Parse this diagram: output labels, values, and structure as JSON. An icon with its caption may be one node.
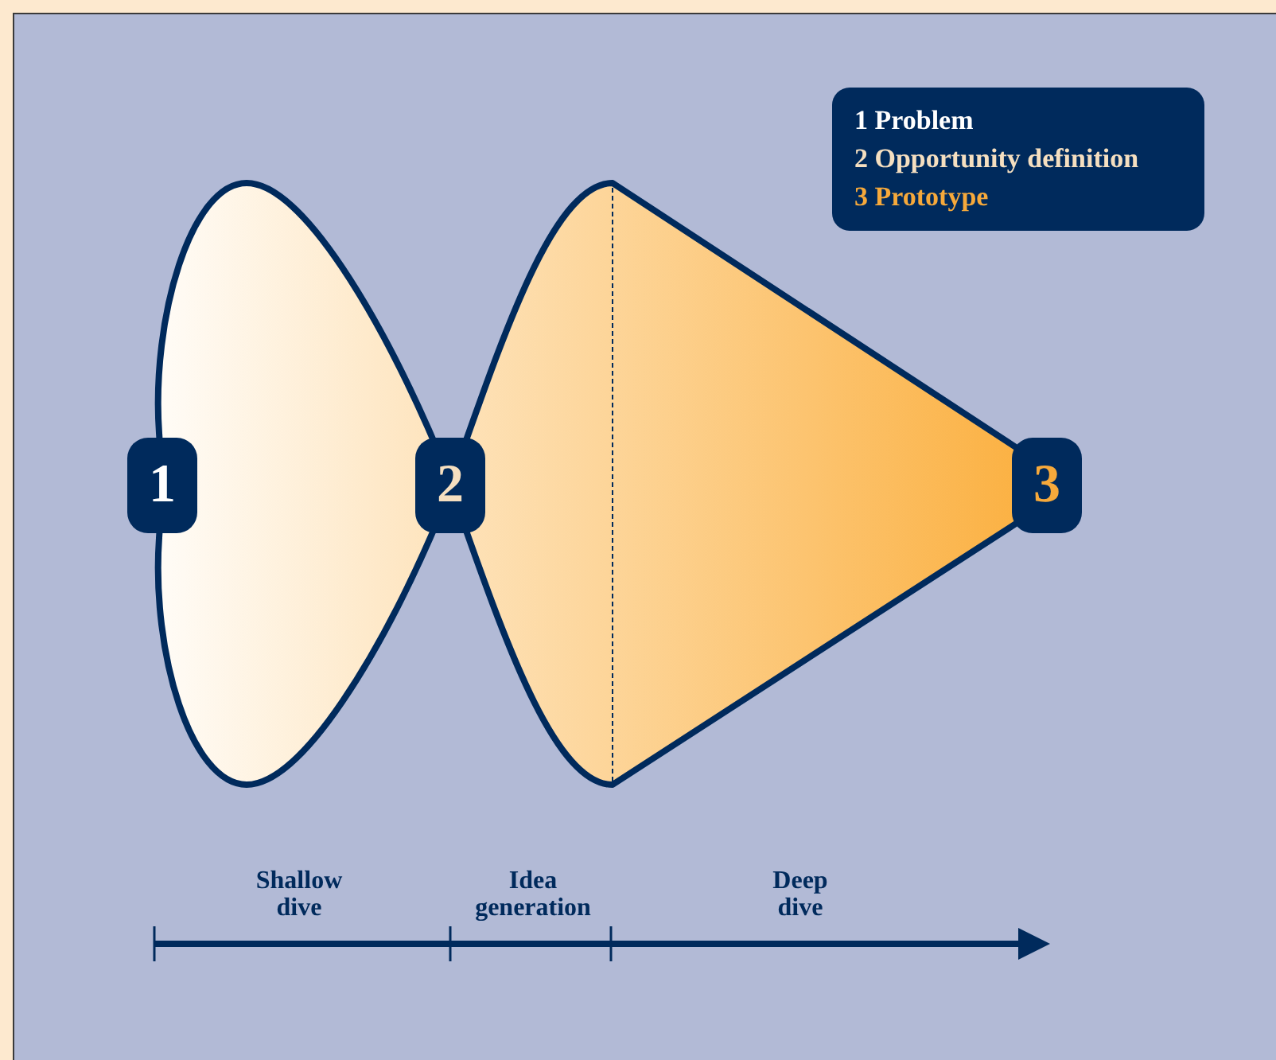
{
  "diagram": {
    "nodes": [
      {
        "text": [
          "1"
        ]
      },
      {
        "text": [
          "2"
        ]
      },
      {
        "text": [
          "3"
        ]
      }
    ],
    "edges": [],
    "labels": [
      "Shallow dive",
      "Idea generation",
      "Deep dive"
    ],
    "legend": [
      {
        "text": "1 Problem"
      },
      {
        "text": "2 Opportunity definition"
      },
      {
        "text": "3 Prototype"
      }
    ]
  }
}
